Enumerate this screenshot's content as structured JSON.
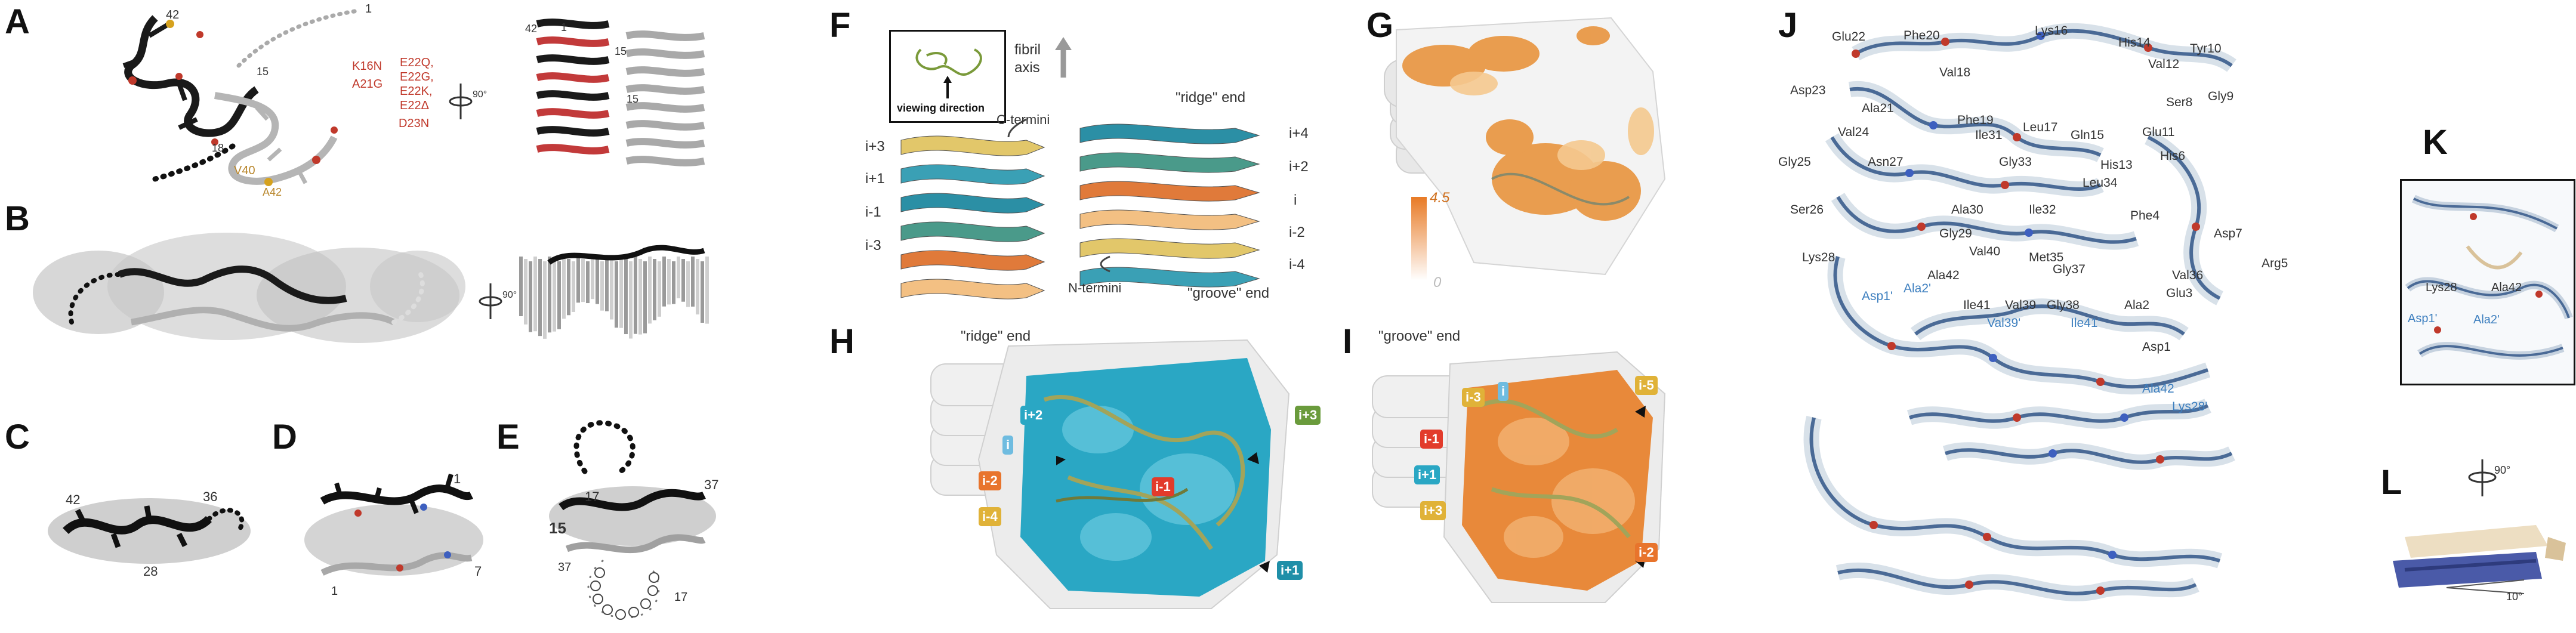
{
  "panel_labels": {
    "A": "A",
    "B": "B",
    "C": "C",
    "D": "D",
    "E": "E",
    "F": "F",
    "G": "G",
    "H": "H",
    "I": "I",
    "J": "J",
    "K": "K",
    "L": "L"
  },
  "panel_a": {
    "n42": "42",
    "n1": "1",
    "n15": "15",
    "n18": "18",
    "v40": "V40",
    "a42": "A42",
    "mut1": "K16N",
    "mut2": "E22Q,",
    "mut3": "E22G,",
    "mut4": "E22K,",
    "mut5": "E22Δ",
    "mut6": "A21G",
    "mut7": "D23N",
    "rot": "90°",
    "r42": "42",
    "r1": "1",
    "r15": "15",
    "r15b": "15"
  },
  "panel_b": {
    "rot": "90°"
  },
  "panel_c": {
    "n42": "42",
    "n36": "36",
    "n28": "28"
  },
  "panel_d": {
    "n1": "1",
    "n7": "7",
    "n1b": "1"
  },
  "panel_e": {
    "n17": "17",
    "n37": "37",
    "n15": "15",
    "n37b": "37",
    "n17b": "17"
  },
  "panel_f": {
    "viewing": "viewing direction",
    "fibril": "fibril",
    "axis": "axis",
    "c_termini": "C-termini",
    "ridge": "\"ridge\" end",
    "n_termini": "N-termini",
    "groove": "\"groove\" end",
    "left": [
      "i+3",
      "i+1",
      "i-1",
      "i-3"
    ],
    "right": [
      "i+4",
      "i+2",
      "i",
      "i-2",
      "i-4"
    ]
  },
  "panel_g": {
    "scale_max": "4.5",
    "scale_min": "0"
  },
  "panel_h": {
    "end": "\"ridge\" end",
    "tags": [
      "i+2",
      "i",
      "i-2",
      "i-4",
      "i-1",
      "i+3",
      "i+1"
    ]
  },
  "panel_i": {
    "end": "\"groove\" end",
    "tags": [
      "i-3",
      "i-1",
      "i+1",
      "i+3",
      "i",
      "i-5",
      "i-2"
    ]
  },
  "panel_j": {
    "labels": [
      "Glu22",
      "Phe20",
      "Lys16",
      "His14",
      "Val12",
      "Tyr10",
      "Asp23",
      "Val18",
      "Ala21",
      "Phe19",
      "Gly9",
      "Val24",
      "Ile31",
      "Leu17",
      "Gln15",
      "Ser8",
      "Gly25",
      "Asn27",
      "Gly33",
      "His13",
      "Glu11",
      "Leu34",
      "His6",
      "Ser26",
      "Ala30",
      "Ile32",
      "Phe4",
      "Gly29",
      "Asp7",
      "Lys28",
      "Val40",
      "Met35",
      "Gly37",
      "Ala42",
      "Val36",
      "Arg5",
      "Ile41",
      "Val39",
      "Gly38",
      "Ala2",
      "Glu3",
      "Asp1"
    ],
    "blue_labels": [
      "Asp1'",
      "Ala2'",
      "Val39'",
      "Ile41'",
      "Ala42",
      "Lys28'"
    ]
  },
  "panel_k": {
    "labels": [
      "Lys28",
      "Ala42"
    ],
    "blue": [
      "Asp1'",
      "Ala2'"
    ]
  },
  "panel_l": {
    "rot": "90°",
    "angle": "10°"
  },
  "colors": {
    "teal": "#2aa7c4",
    "orange": "#e8893a",
    "dark": "#1a1a1a",
    "grey": "#9a9a9a",
    "mesh": "#5a7fa8",
    "sand": "#d9c29a"
  }
}
